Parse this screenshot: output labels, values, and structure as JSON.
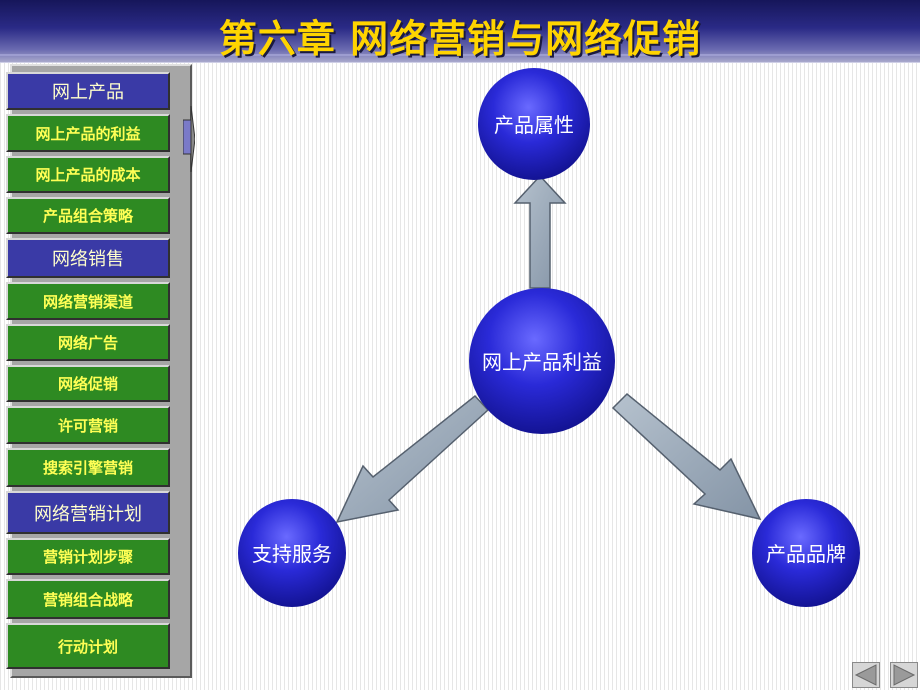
{
  "header": {
    "title": "第六章 网络营销与网络促销"
  },
  "sidebar": {
    "items": [
      {
        "label": "网上产品",
        "type": "section"
      },
      {
        "label": "网上产品的利益",
        "type": "entry"
      },
      {
        "label": "网上产品的成本",
        "type": "entry"
      },
      {
        "label": "产品组合策略",
        "type": "entry"
      },
      {
        "label": "网络销售",
        "type": "section"
      },
      {
        "label": "网络营销渠道",
        "type": "entry"
      },
      {
        "label": "网络广告",
        "type": "entry"
      },
      {
        "label": "网络促销",
        "type": "entry"
      },
      {
        "label": "许可营销",
        "type": "entry"
      },
      {
        "label": "搜索引擎营销",
        "type": "entry"
      },
      {
        "label": "网络营销计划",
        "type": "section"
      },
      {
        "label": "营销计划步骤",
        "type": "entry"
      },
      {
        "label": "营销组合战略",
        "type": "entry"
      },
      {
        "label": "行动计划",
        "type": "entry"
      }
    ],
    "selected_index": 1
  },
  "diagram": {
    "center": "网上产品利益",
    "top": "产品属性",
    "left": "支持服务",
    "right": "产品品牌"
  },
  "colors": {
    "title": "#ffd400",
    "section": "#3a3aa6",
    "entry": "#2e8a22",
    "node": "#2a2ad0",
    "arrow": "#9aa8b8"
  },
  "nav": {
    "prev_icon": "triangle-left-icon",
    "next_icon": "triangle-right-icon"
  }
}
